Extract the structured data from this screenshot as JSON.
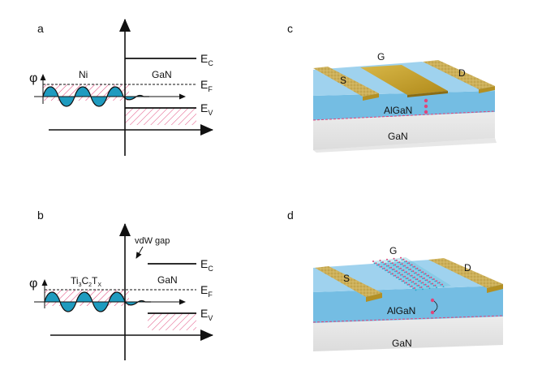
{
  "panels": {
    "a": {
      "letter": "a",
      "metal": "Ni",
      "semiconductor": "GaN",
      "phi": "φ",
      "ec": {
        "main": "E",
        "sub": "C"
      },
      "ef": {
        "main": "E",
        "sub": "F"
      },
      "ev": {
        "main": "E",
        "sub": "V"
      }
    },
    "b": {
      "letter": "b",
      "metal": {
        "t1": "Ti",
        "s1": "3",
        "t2": "C",
        "s2": "2",
        "t3": "T",
        "s3": "X"
      },
      "semiconductor": "GaN",
      "gap_label": "vdW gap",
      "phi": "φ",
      "ec": {
        "main": "E",
        "sub": "C"
      },
      "ef": {
        "main": "E",
        "sub": "F"
      },
      "ev": {
        "main": "E",
        "sub": "V"
      }
    },
    "c": {
      "letter": "c",
      "source": "S",
      "gate": "G",
      "drain": "D",
      "barrier": "AlGaN",
      "substrate": "GaN"
    },
    "d": {
      "letter": "d",
      "source": "S",
      "gate": "G",
      "drain": "D",
      "barrier": "AlGaN",
      "substrate": "GaN"
    }
  },
  "colors": {
    "wave_fill": "#1f9bbf",
    "hatch": "#e0457a",
    "gold": "#c9a227",
    "algan": "#7ec3e6",
    "gan": "#e6e6e6",
    "interface": "#e0457a"
  }
}
